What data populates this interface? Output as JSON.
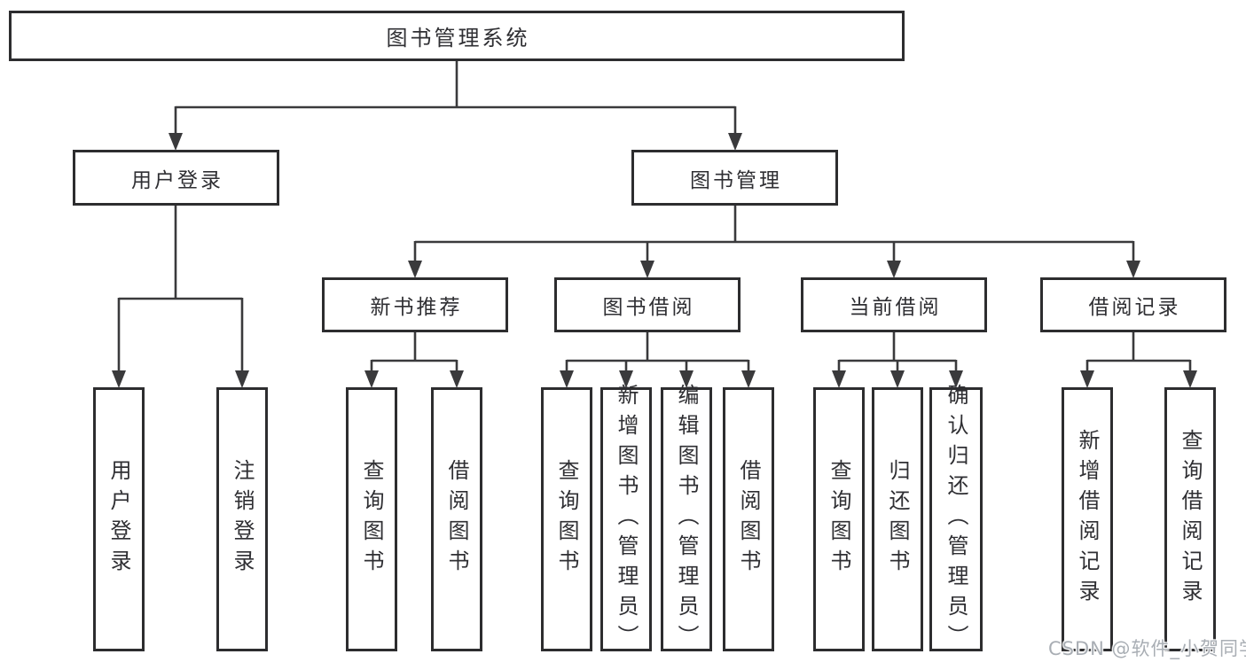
{
  "tree": {
    "label": "图书管理系统",
    "children": [
      {
        "label": "用户登录",
        "children": [
          {
            "label": "用户登录"
          },
          {
            "label": "注销登录"
          }
        ]
      },
      {
        "label": "图书管理",
        "children": [
          {
            "label": "新书推荐",
            "children": [
              {
                "label": "查询图书"
              },
              {
                "label": "借阅图书"
              }
            ]
          },
          {
            "label": "图书借阅",
            "children": [
              {
                "label": "查询图书"
              },
              {
                "label": "新增图书（管理员）"
              },
              {
                "label": "编辑图书（管理员）"
              },
              {
                "label": "借阅图书"
              }
            ]
          },
          {
            "label": "当前借阅",
            "children": [
              {
                "label": "查询图书"
              },
              {
                "label": "归还图书"
              },
              {
                "label": "确认归还（管理员）"
              }
            ]
          },
          {
            "label": "借阅记录",
            "children": [
              {
                "label": "新增借阅记录"
              },
              {
                "label": "查询借阅记录"
              }
            ]
          }
        ]
      }
    ]
  },
  "watermark": {
    "text": "CSDN @软件_小贺同学"
  },
  "colors": {
    "line": "#3a3a3c",
    "border": "#2d2d2f",
    "text": "#2f2f33",
    "watermark": "#a9aeb4",
    "background": "#ffffff"
  }
}
